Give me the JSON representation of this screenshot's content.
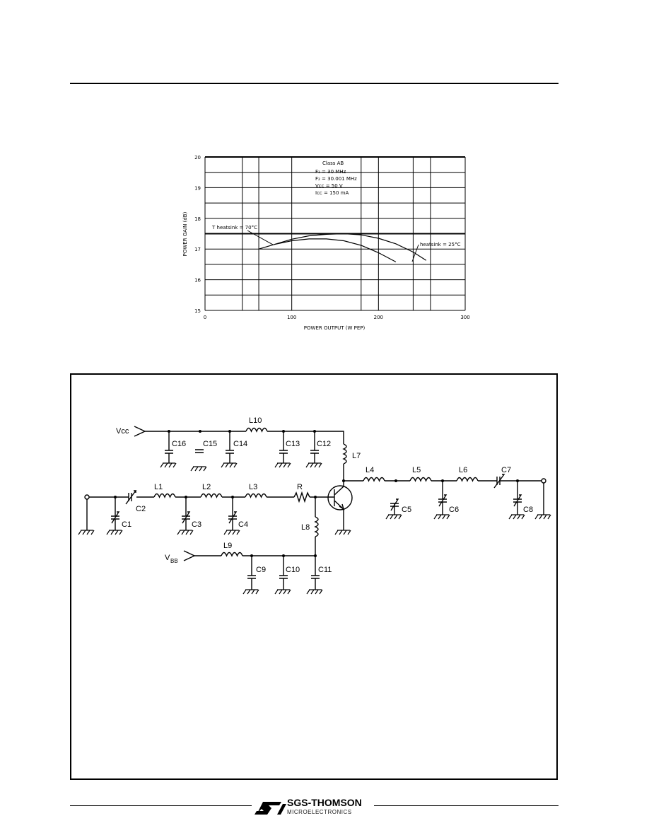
{
  "chart_data": {
    "type": "line",
    "title": "",
    "xlabel": "POWER OUTPUT (W PEP)",
    "ylabel": "POWER GAIN (dB)",
    "xlim": [
      0,
      300
    ],
    "ylim": [
      15,
      20
    ],
    "x_ticks": [
      "0",
      "100",
      "200",
      "300"
    ],
    "y_ticks": [
      "15",
      "16",
      "17",
      "18",
      "19",
      "20"
    ],
    "grid": true,
    "conditions": [
      "Class AB",
      "F₁ = 30 MHz",
      "F₂ = 30.001 MHz",
      "Vсс = 50 V",
      "Iсс = 150 mA"
    ],
    "series": [
      {
        "name": "T heatsink = 70°C",
        "x": [
          62,
          80,
          100,
          120,
          140,
          160,
          180,
          200,
          220
        ],
        "y": [
          17.0,
          17.15,
          17.27,
          17.33,
          17.33,
          17.27,
          17.12,
          16.88,
          16.58
        ]
      },
      {
        "name": "heatsink = 25°C",
        "x": [
          80,
          100,
          120,
          140,
          160,
          180,
          200,
          220,
          240,
          255
        ],
        "y": [
          17.15,
          17.32,
          17.43,
          17.48,
          17.5,
          17.46,
          17.35,
          17.17,
          16.9,
          16.63
        ]
      }
    ]
  },
  "schematic": {
    "labels": {
      "vcc": "Vcc",
      "vbb": "V",
      "vbb_sub": "BB",
      "c1": "C1",
      "c2": "C2",
      "c3": "C3",
      "c4": "C4",
      "c5": "C5",
      "c6": "C6",
      "c7": "C7",
      "c8": "C8",
      "c9": "C9",
      "c10": "C10",
      "c11": "C11",
      "c12": "C12",
      "c13": "C13",
      "c14": "C14",
      "c15": "C15",
      "c16": "C16",
      "l1": "L1",
      "l2": "L2",
      "l3": "L3",
      "l4": "L4",
      "l5": "L5",
      "l6": "L6",
      "l7": "L7",
      "l8": "L8",
      "l9": "L9",
      "l10": "L10",
      "r": "R"
    }
  },
  "footer": {
    "brand": "SGS-THOMSON",
    "sub": "MICROELECTRONICS"
  }
}
